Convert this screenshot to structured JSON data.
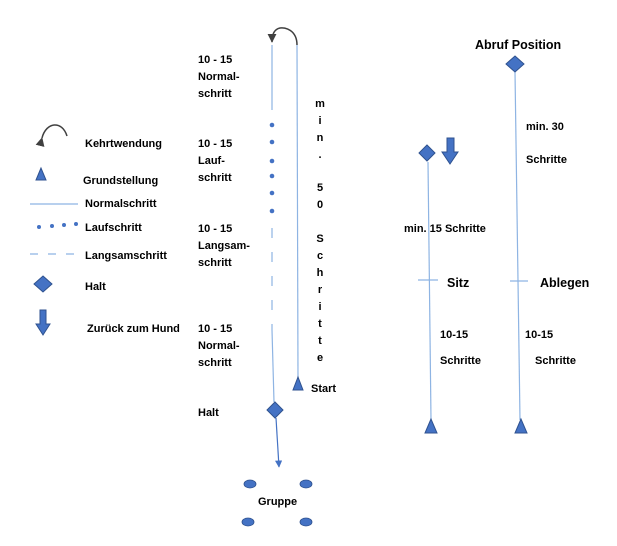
{
  "colors": {
    "blue": "#4472c4",
    "line": "#8eb4e3",
    "dark": "#2f528f",
    "turn": "#595959"
  },
  "legend": {
    "kehrtwendung": "Kehrtwendung",
    "grundstellung": "Grundstellung",
    "normalschritt": "Normalschritt",
    "laufschritt": "Laufschritt",
    "langsamschritt": "Langsamschritt",
    "halt": "Halt",
    "zurueck": "Zurück zum Hund"
  },
  "course": {
    "seg1_a": "10 - 15",
    "seg1_b": "Normal-",
    "seg1_c": "schritt",
    "seg2_a": "10 - 15",
    "seg2_b": "Lauf-",
    "seg2_c": "schritt",
    "seg3_a": "10 - 15",
    "seg3_b": "Langsam-",
    "seg3_c": "schritt",
    "seg4_a": "10 - 15",
    "seg4_b": "Normal-",
    "seg4_c": "schritt",
    "halt": "Halt",
    "start": "Start",
    "gruppe": "Gruppe",
    "vertical": [
      "m",
      "i",
      "n",
      ".",
      "",
      "5",
      "0",
      "",
      "S",
      "c",
      "h",
      "r",
      "i",
      "t",
      "t",
      "e"
    ]
  },
  "right": {
    "abruf": "Abruf Position",
    "min30": "min. 30",
    "schritte_top": "Schritte",
    "min15": "min.  15 Schritte",
    "sitz": "Sitz",
    "ablegen": "Ablegen",
    "left_num": "10-15",
    "left_schritte": "Schritte",
    "right_num": "10-15",
    "right_schritte": "Schritte"
  }
}
